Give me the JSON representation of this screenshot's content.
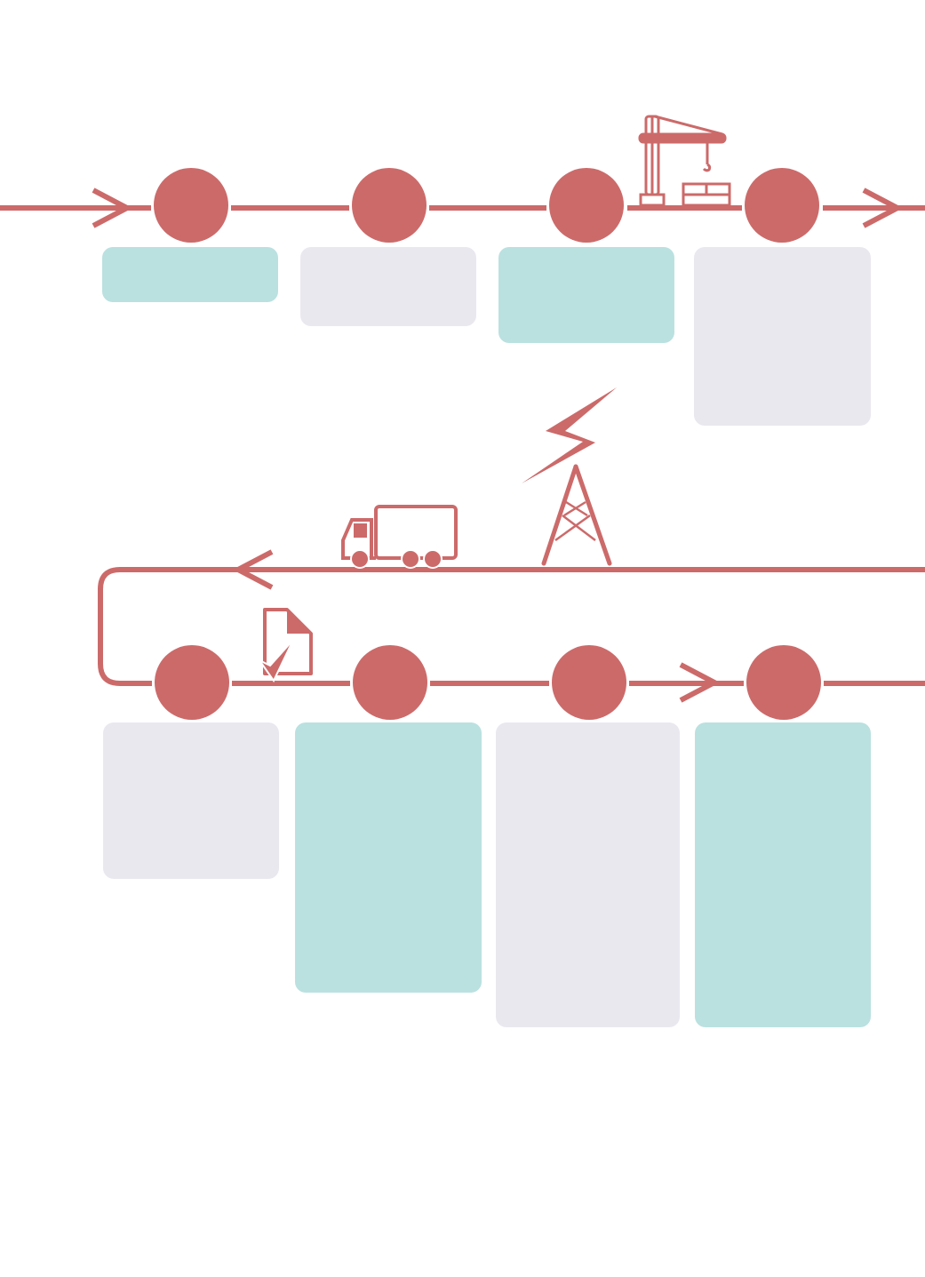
{
  "colors": {
    "accent": "#CC6A6A",
    "teal_box": "#BAE1E0",
    "lavender_box": "#EAE8EF",
    "background": "#FFFFFF"
  },
  "icons": [
    "crane-icon",
    "power-tower-lightning-icon",
    "delivery-truck-icon",
    "document-check-icon"
  ],
  "rows": [
    {
      "name": "top-row",
      "steps": 4,
      "box_colors": [
        "teal",
        "lavender",
        "teal",
        "lavender"
      ]
    },
    {
      "name": "bottom-row",
      "steps": 4,
      "box_colors": [
        "lavender",
        "teal",
        "lavender",
        "teal"
      ]
    }
  ]
}
